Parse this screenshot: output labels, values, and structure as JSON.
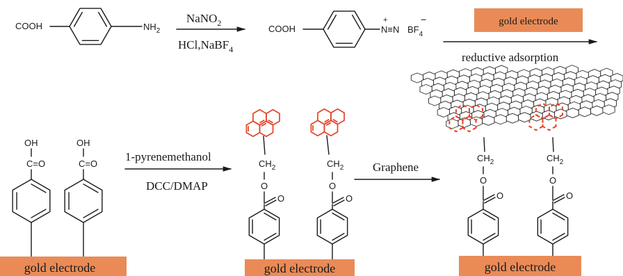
{
  "top_row": {
    "acid_group": "COOH",
    "amine_group": "NH",
    "amine_sub": "2",
    "step1_reagent_above": "NaNO",
    "step1_reagent_above_sub": "2",
    "step1_reagent_below": "HCl,NaBF",
    "step1_reagent_below_sub": "4",
    "diazonium_acid_group": "COOH",
    "diazonium_charge": "+",
    "diazonium_group": "N≡N",
    "counter_ion": "BF",
    "counter_ion_sub": "4",
    "counter_ion_charge": "−",
    "step2_electrode_label": "gold electrode",
    "step2_label": "reductive adsorption"
  },
  "bottom_row": {
    "acid_oh": "OH",
    "carbonyl": "C=O",
    "step3_reagent_above": "1-pyrenemethanol",
    "step3_reagent_below": "DCC/DMAP",
    "ch2": "CH",
    "ch2_sub": "2",
    "ester_o": "O",
    "ester_carbonyl_o": "O",
    "step4_reagent": "Graphene",
    "electrode_1": "gold electrode",
    "electrode_2": "gold electrode",
    "electrode_3": "gold electrode"
  },
  "colors": {
    "electrode": "#ea8b57",
    "pyrene": "#e0452a",
    "bonds": "#1a1a1a"
  }
}
